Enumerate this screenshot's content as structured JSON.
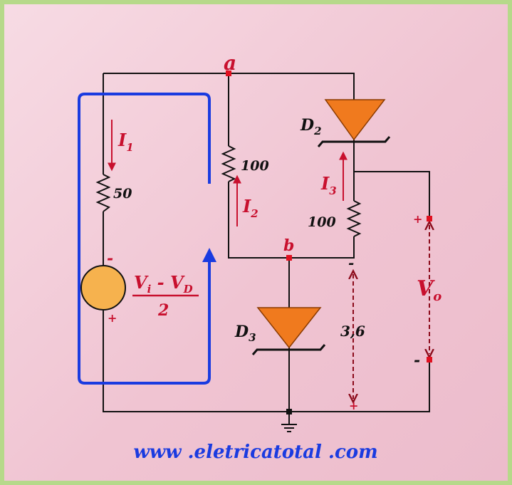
{
  "node_a": "a",
  "node_b": "b",
  "resistor_50": "50",
  "resistor_100_top": "100",
  "resistor_100_bottom": "100",
  "current_1": {
    "main": "I",
    "sub": "1"
  },
  "current_2": {
    "main": "I",
    "sub": "2"
  },
  "current_3": {
    "main": "I",
    "sub": "3"
  },
  "diode_2": {
    "main": "D",
    "sub": "2"
  },
  "diode_3": {
    "main": "D",
    "sub": "3"
  },
  "source": {
    "numerator_vi": "V",
    "numerator_vi_sub": "i",
    "numerator_minus": " - ",
    "numerator_vd": "V",
    "numerator_vd_sub": "D",
    "denominator": "2",
    "minus": "-",
    "plus": "+"
  },
  "zener_voltage": "3,6",
  "zener_minus": "-",
  "zener_plus": "+",
  "output": {
    "main": "V",
    "sub": "o",
    "plus": "+",
    "minus": "-"
  },
  "website": "www .eletricatotal .com",
  "colors": {
    "loop": "#1a3be0",
    "annotation": "#c8102e",
    "diode": "#f07a1e",
    "source": "#f6b24e"
  }
}
